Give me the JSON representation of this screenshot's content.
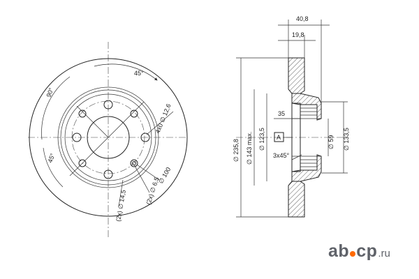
{
  "front_view": {
    "angle_top": "45°",
    "angle_left_top": "90°",
    "angle_left_bottom": "45°",
    "bolt_holes": "4x0 ∅ 12,6",
    "pcd": "∅ 100",
    "hole_small": "(2x) ∅ 6,5",
    "hole_left": "(2x) ∅ 14,5"
  },
  "side_view": {
    "total_thickness": "40,8",
    "disc_thickness": "19,8",
    "outer_diameter": "∅ 235,8",
    "max_diameter": "∅ 143 max.",
    "inner_diameter": "∅ 123,5",
    "offset": "35",
    "datum": "A",
    "chamfer": "3x45°",
    "bore": "∅ 59",
    "hub_diameter": "∅ 133,5"
  },
  "logo": {
    "brand": "ab",
    "brand_end": "cp",
    "tld": ".ru",
    "accent": "#ff6a00"
  }
}
